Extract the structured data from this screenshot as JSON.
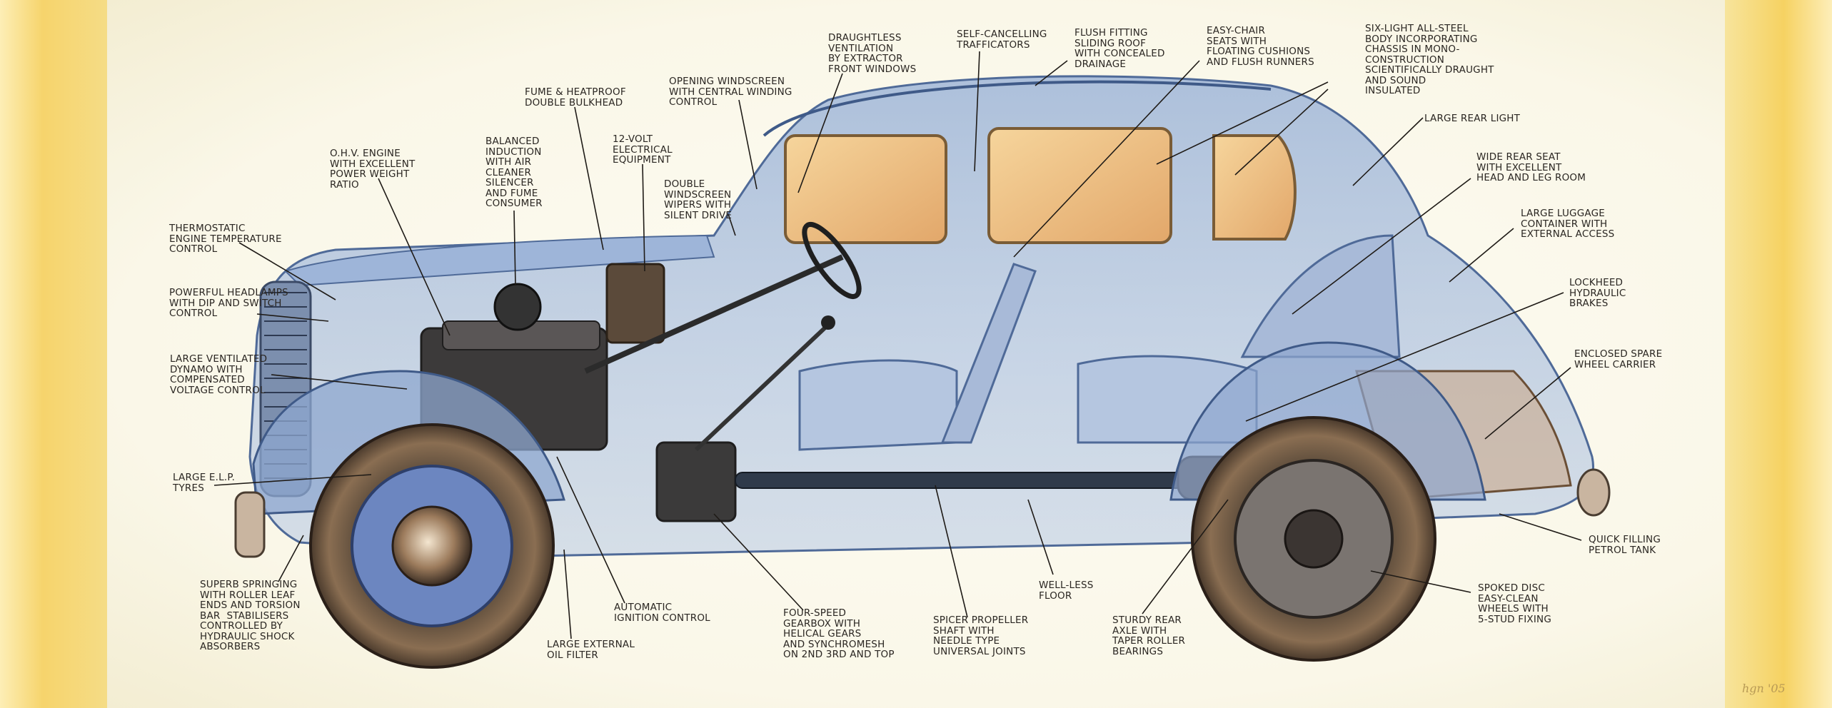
{
  "signature": "hgn '05",
  "callouts": [
    {
      "id": "draughtless-ventilation",
      "text": "DRAUGHTLESS\nVENTILATION\nBY EXTRACTOR\nFRONT WINDOWS"
    },
    {
      "id": "self-cancelling-trafficators",
      "text": "SELF-CANCELLING\nTRAFFICATORS"
    },
    {
      "id": "flush-fitting-roof",
      "text": "FLUSH FITTING\nSLIDING ROOF\nWITH CONCEALED\nDRAINAGE"
    },
    {
      "id": "easy-chair-seats",
      "text": "EASY-CHAIR\nSEATS WITH\nFLOATING CUSHIONS\nAND FLUSH RUNNERS"
    },
    {
      "id": "six-light-body",
      "text": "SIX-LIGHT ALL-STEEL\nBODY INCORPORATING\nCHASSIS IN MONO-\nCONSTRUCTION\nSCIENTIFICALLY DRAUGHT\nAND SOUND\nINSULATED"
    },
    {
      "id": "fume-heatproof-bulkhead",
      "text": "FUME & HEATPROOF\nDOUBLE BULKHEAD"
    },
    {
      "id": "opening-windscreen",
      "text": "OPENING WINDSCREEN\nWITH CENTRAL WINDING\nCONTROL"
    },
    {
      "id": "large-rear-light",
      "text": "LARGE REAR LIGHT"
    },
    {
      "id": "ohv-engine",
      "text": "O.H.V. ENGINE\nWITH EXCELLENT\nPOWER WEIGHT\nRATIO"
    },
    {
      "id": "balanced-induction",
      "text": "BALANCED\nINDUCTION\nWITH AIR\nCLEANER\nSILENCER\nAND FUME\nCONSUMER"
    },
    {
      "id": "twelve-volt",
      "text": "12-VOLT\nELECTRICAL\nEQUIPMENT"
    },
    {
      "id": "wide-rear-seat",
      "text": "WIDE REAR SEAT\nWITH EXCELLENT\nHEAD AND LEG ROOM"
    },
    {
      "id": "double-windscreen-wipers",
      "text": "DOUBLE\nWINDSCREEN\nWIPERS WITH\nSILENT DRIVE"
    },
    {
      "id": "large-luggage-container",
      "text": "LARGE LUGGAGE\nCONTAINER WITH\nEXTERNAL ACCESS"
    },
    {
      "id": "thermostatic-control",
      "text": "THERMOSTATIC\nENGINE TEMPERATURE\nCONTROL"
    },
    {
      "id": "lockheed-brakes",
      "text": "LOCKHEED\nHYDRAULIC\nBRAKES"
    },
    {
      "id": "powerful-headlamps",
      "text": "POWERFUL HEADLAMPS\nWITH DIP AND SWITCH\nCONTROL"
    },
    {
      "id": "enclosed-spare-wheel",
      "text": "ENCLOSED SPARE\nWHEEL CARRIER"
    },
    {
      "id": "large-ventilated-dynamo",
      "text": "LARGE VENTILATED\nDYNAMO WITH\nCOMPENSATED\nVOLTAGE CONTROL"
    },
    {
      "id": "large-elp-tyres",
      "text": "LARGE E.L.P.\nTYRES"
    },
    {
      "id": "quick-filling-petrol-tank",
      "text": "QUICK FILLING\nPETROL TANK"
    },
    {
      "id": "well-less-floor",
      "text": "WELL-LESS\nFLOOR"
    },
    {
      "id": "spoked-disc-wheels",
      "text": "SPOKED DISC\nEASY-CLEAN\nWHEELS WITH\n5-STUD FIXING"
    },
    {
      "id": "superb-springing",
      "text": "SUPERB SPRINGING\nWITH ROLLER LEAF\nENDS AND TORSION\nBAR  STABILISERS\nCONTROLLED BY\nHYDRAULIC SHOCK\nABSORBERS"
    },
    {
      "id": "automatic-ignition-control",
      "text": "AUTOMATIC\nIGNITION CONTROL"
    },
    {
      "id": "four-speed-gearbox",
      "text": "FOUR-SPEED\nGEARBOX WITH\nHELICAL GEARS\nAND SYNCHROMESH\nON 2ND 3RD AND TOP"
    },
    {
      "id": "spicer-propeller-shaft",
      "text": "SPICER PROPELLER\nSHAFT WITH\nNEEDLE TYPE\nUNIVERSAL JOINTS"
    },
    {
      "id": "sturdy-rear-axle",
      "text": "STURDY REAR\nAXLE WITH\nTAPER ROLLER\nBEARINGS"
    },
    {
      "id": "large-external-oil-filter",
      "text": "LARGE EXTERNAL\nOIL FILTER"
    }
  ]
}
